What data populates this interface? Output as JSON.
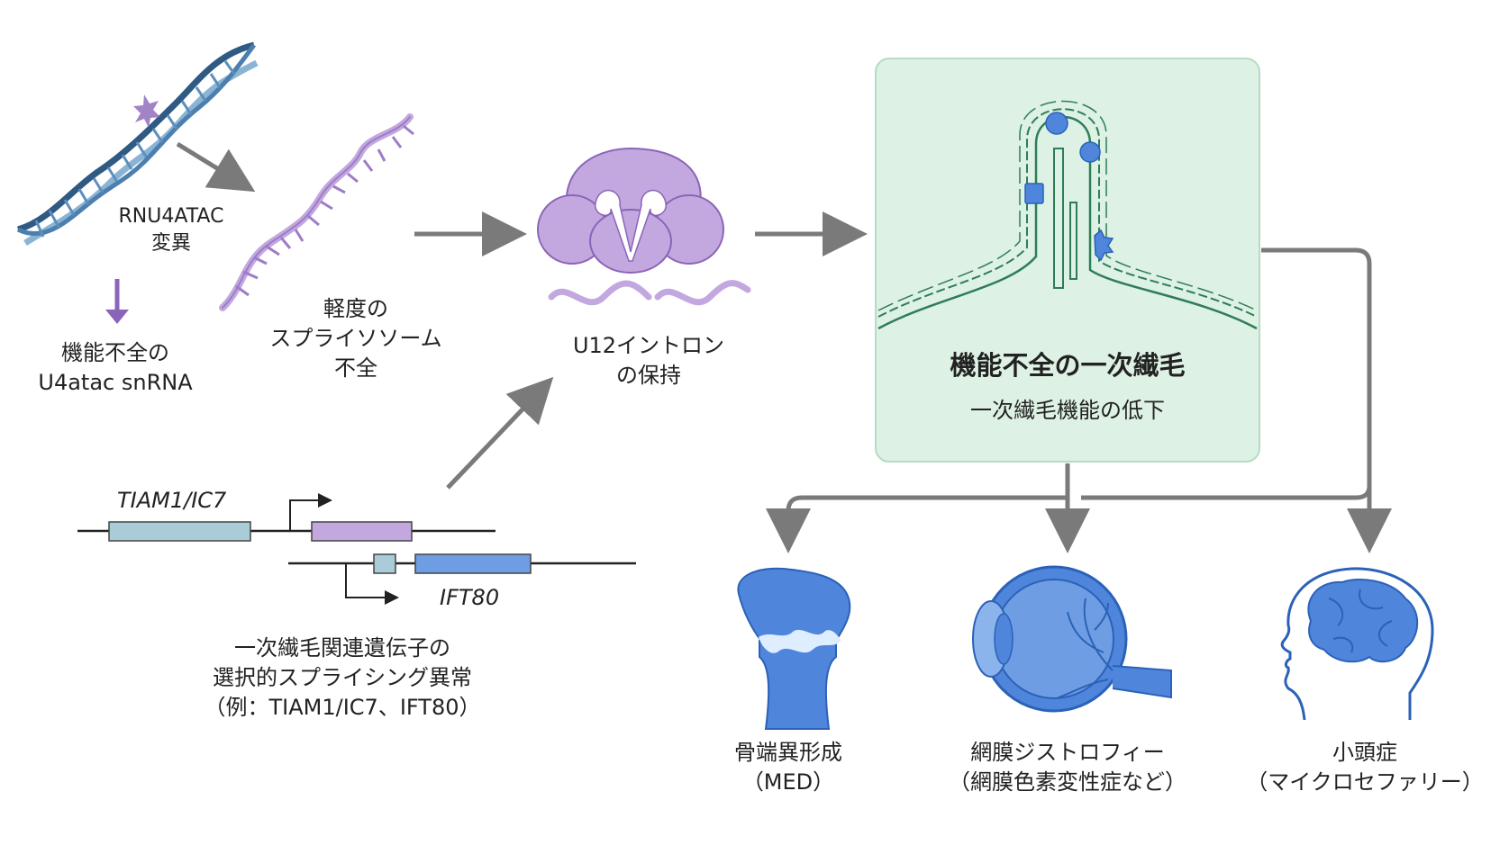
{
  "mutation": {
    "line1": "RNU4ATAC",
    "line2": "変異"
  },
  "snrna": {
    "line1": "機能不全の",
    "line2": "U4atac snRNA"
  },
  "spliceosome": {
    "line1": "軽度の",
    "line2": "スプライソソーム",
    "line3": "不全"
  },
  "intron": {
    "line1": "U12イントロン",
    "line2": "の保持"
  },
  "genes": {
    "gene1": "TIAM1/IC7",
    "gene2": "IFT80",
    "caption_line1": "一次繊毛関連遺伝子の",
    "caption_line2": "選択的スプライシング異常",
    "caption_line3": "（例：TIAM1/IC7、IFT80）"
  },
  "cilium": {
    "title": "機能不全の一次繊毛",
    "subtitle": "一次繊毛機能の低下"
  },
  "outcomes": [
    {
      "line1": "骨端異形成",
      "line2": "（MED）"
    },
    {
      "line1": "網膜ジストロフィー",
      "line2": "（網膜色素変性症など）"
    },
    {
      "line1": "小頭症",
      "line2": "（マイクロセファリー）"
    }
  ],
  "colors": {
    "arrow": "#7a7a7a",
    "purple": "#c3a8df",
    "purple_dark": "#8a64b8",
    "dna_blue": "#3e6a94",
    "panel_bg": "#ddf1e4",
    "panel_border": "#b6dcc2",
    "organ_blue": "#4f86dc",
    "organ_dark": "#2a62b8",
    "teal_box": "#a9ccd8"
  },
  "icons": [
    "dna-helix-icon",
    "rna-strand-icon",
    "spliceosome-icon",
    "primary-cilium-icon",
    "bone-icon",
    "eye-icon",
    "head-brain-icon"
  ]
}
